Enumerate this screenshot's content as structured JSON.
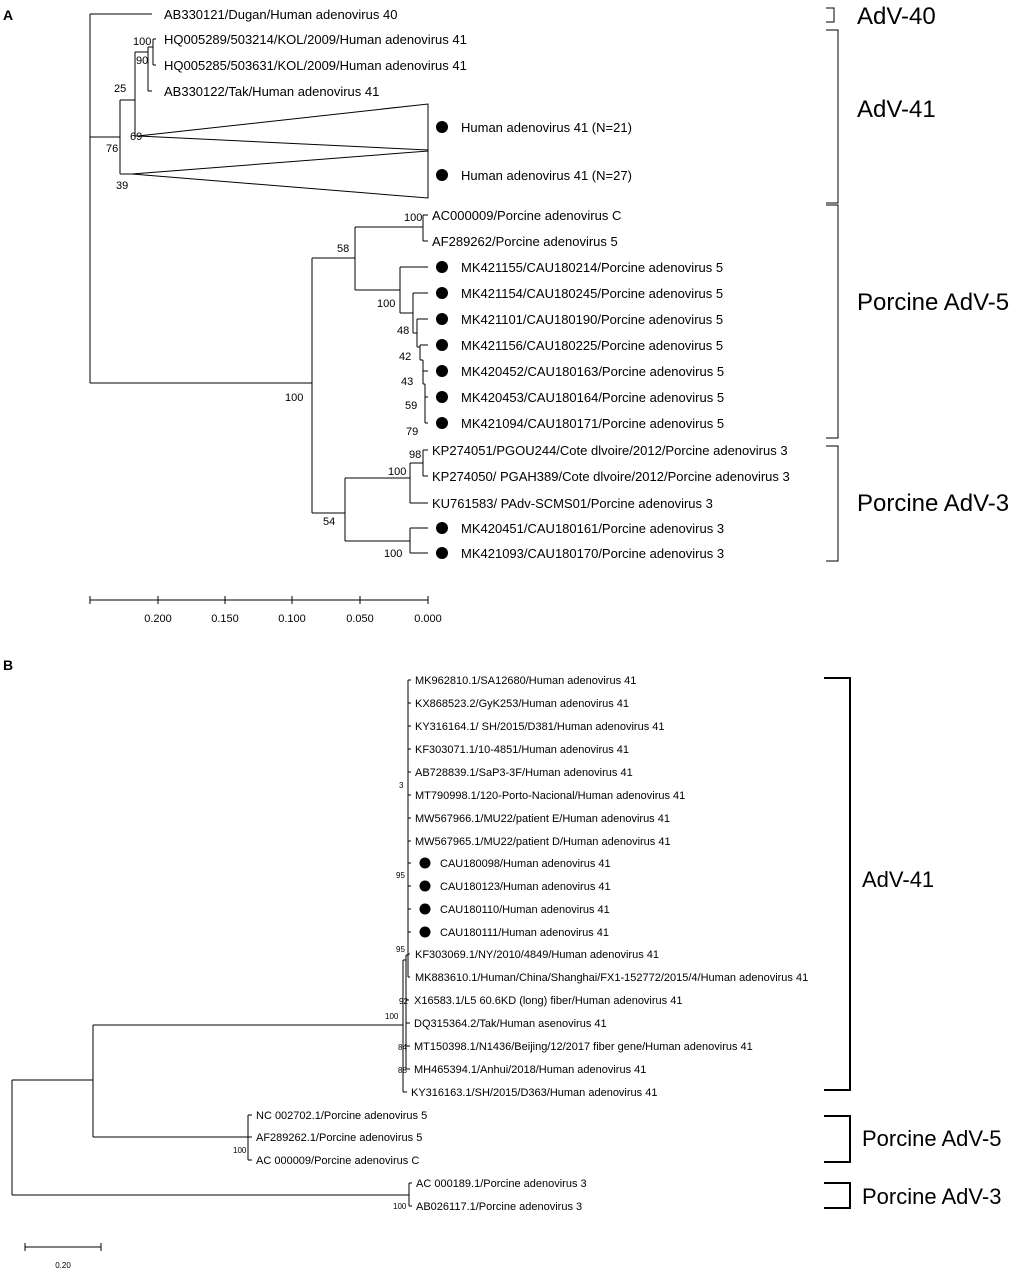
{
  "panels": {
    "a": {
      "letter": "A",
      "taxa": [
        "AB330121/Dugan/Human adenovirus 40",
        "HQ005289/503214/KOL/2009/Human adenovirus 41",
        "HQ005285/503631/KOL/2009/Human adenovirus 41",
        "AB330122/Tak/Human adenovirus 41",
        "Human adenovirus 41 (N=21)",
        "Human adenovirus 41 (N=27)",
        "AC000009/Porcine adenovirus C",
        "AF289262/Porcine adenovirus 5",
        "MK421155/CAU180214/Porcine adenovirus 5",
        "MK421154/CAU180245/Porcine adenovirus 5",
        "MK421101/CAU180190/Porcine adenovirus 5",
        "MK421156/CAU180225/Porcine adenovirus 5",
        "MK420452/CAU180163/Porcine adenovirus 5",
        "MK420453/CAU180164/Porcine adenovirus 5",
        "MK421094/CAU180171/Porcine adenovirus 5",
        "KP274051/PGOU244/Cote dlvoire/2012/Porcine adenovirus 3",
        "KP274050/ PGAH389/Cote dlvoire/2012/Porcine adenovirus 3",
        "KU761583/ PAdv-SCMS01/Porcine adenovirus 3",
        "MK420451/CAU180161/Porcine adenovirus 3",
        "MK421093/CAU180170/Porcine adenovirus 3"
      ],
      "bootstrap": [
        "100",
        "90",
        "25",
        "69",
        "76",
        "39",
        "100",
        "58",
        "100",
        "48",
        "42",
        "43",
        "59",
        "79",
        "100",
        "98",
        "100",
        "54",
        "100"
      ],
      "clades": [
        "AdV-40",
        "AdV-41",
        "Porcine AdV-5",
        "Porcine AdV-3"
      ],
      "scale_ticks": [
        "0.200",
        "0.150",
        "0.100",
        "0.050",
        "0.000"
      ]
    },
    "b": {
      "letter": "B",
      "taxa": [
        "MK962810.1/SA12680/Human adenovirus 41",
        "KX868523.2/GyK253/Human adenovirus 41",
        "KY316164.1/ SH/2015/D381/Human adenovirus 41",
        "KF303071.1/10-4851/Human adenovirus 41",
        "AB728839.1/SaP3-3F/Human adenovirus 41",
        "MT790998.1/120-Porto-Nacional/Human adenovirus 41",
        "MW567966.1/MU22/patient E/Human adenovirus 41",
        "MW567965.1/MU22/patient D/Human adenovirus 41",
        "CAU180098/Human adenovirus 41",
        "CAU180123/Human adenovirus 41",
        "CAU180110/Human adenovirus 41",
        "CAU180111/Human adenovirus 41",
        "KF303069.1/NY/2010/4849/Human adenovirus 41",
        "MK883610.1/Human/China/Shanghai/FX1-152772/2015/4/Human adenovirus 41",
        "X16583.1/L5 60.6KD (long) fiber/Human adenovirus 41",
        "DQ315364.2/Tak/Human asenovirus 41",
        "MT150398.1/N1436/Beijing/12/2017 fiber gene/Human adenovirus 41",
        "MH465394.1/Anhui/2018/Human adenovirus 41",
        "KY316163.1/SH/2015/D363/Human adenovirus 41",
        "NC 002702.1/Porcine adenovirus 5",
        "AF289262.1/Porcine adenovirus 5",
        "AC 000009/Porcine adenovirus C",
        "AC 000189.1/Porcine adenovirus 3",
        "AB026117.1/Porcine adenovirus 3"
      ],
      "bootstrap": [
        "3",
        "95",
        "95",
        "92",
        "100",
        "84",
        "88",
        "100",
        "100"
      ],
      "clades": [
        "AdV-41",
        "Porcine AdV-5",
        "Porcine AdV-3"
      ],
      "scale_label": "0.20"
    }
  }
}
